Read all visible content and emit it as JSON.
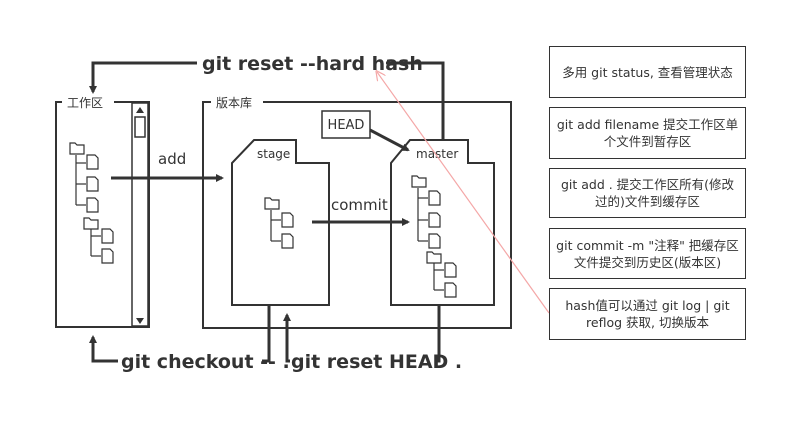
{
  "diagram": {
    "workspace_label": "工作区",
    "repository_label": "版本库",
    "stage_label": "stage",
    "master_label": "master",
    "head_label": "HEAD",
    "add_label": "add",
    "commit_label": "commit",
    "reset_hard_label": "git reset --hard hash",
    "checkout_label": "git checkout -- .",
    "reset_head_label": "git reset HEAD ."
  },
  "notes": [
    {
      "text": "多用 git status, 查看管理状态"
    },
    {
      "text": "git add filename 提交工作区单个文件到暂存区"
    },
    {
      "text": "git add . 提交工作区所有(修改过的)文件到缓存区"
    },
    {
      "text": "git commit -m \"注释\" 把缓存区文件提交到历史区(版本区)"
    },
    {
      "text": "hash值可以通过 git log | git reflog 获取, 切换版本"
    }
  ],
  "colors": {
    "line": "#333333",
    "pink_line": "#f4a7a7"
  }
}
